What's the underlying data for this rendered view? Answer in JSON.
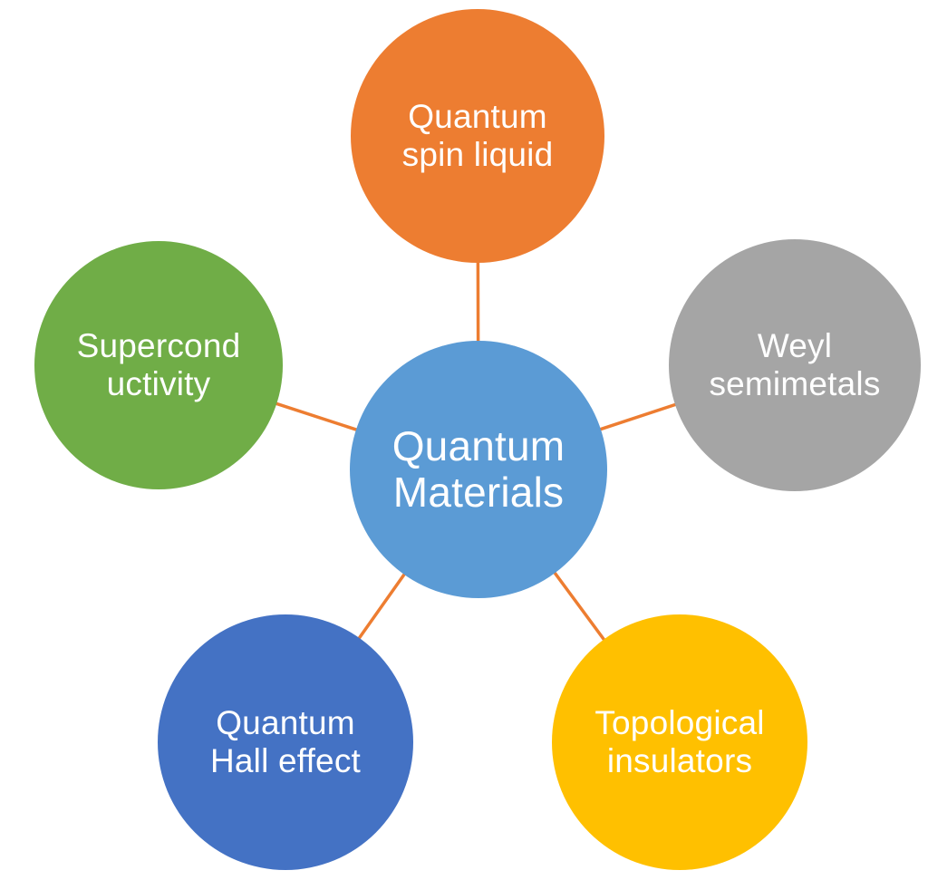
{
  "diagram": {
    "type": "radial",
    "background_color": "#FFFFFF",
    "connector_color": "#ED7D31",
    "text_color": "#FFFFFF",
    "center_node": {
      "label": "Quantum Materials",
      "lines": [
        "Quantum",
        "Materials"
      ],
      "color": "#5B9BD5"
    },
    "satellite_nodes": [
      {
        "label": "Quantum spin liquid",
        "lines": [
          "Quantum",
          "spin liquid"
        ],
        "color": "#ED7D31",
        "position": "top"
      },
      {
        "label": "Weyl semimetals",
        "lines": [
          "Weyl",
          "semimetals"
        ],
        "color": "#A5A5A5",
        "position": "right"
      },
      {
        "label": "Topological insulators",
        "lines": [
          "Topological",
          "insulators"
        ],
        "color": "#FFC000",
        "position": "bottom-right"
      },
      {
        "label": "Quantum Hall effect",
        "lines": [
          "Quantum",
          "Hall effect"
        ],
        "color": "#4472C4",
        "position": "bottom-left"
      },
      {
        "label": "Superconductivity",
        "lines": [
          "Supercond",
          "uctivity"
        ],
        "color": "#70AD47",
        "position": "left"
      }
    ]
  }
}
